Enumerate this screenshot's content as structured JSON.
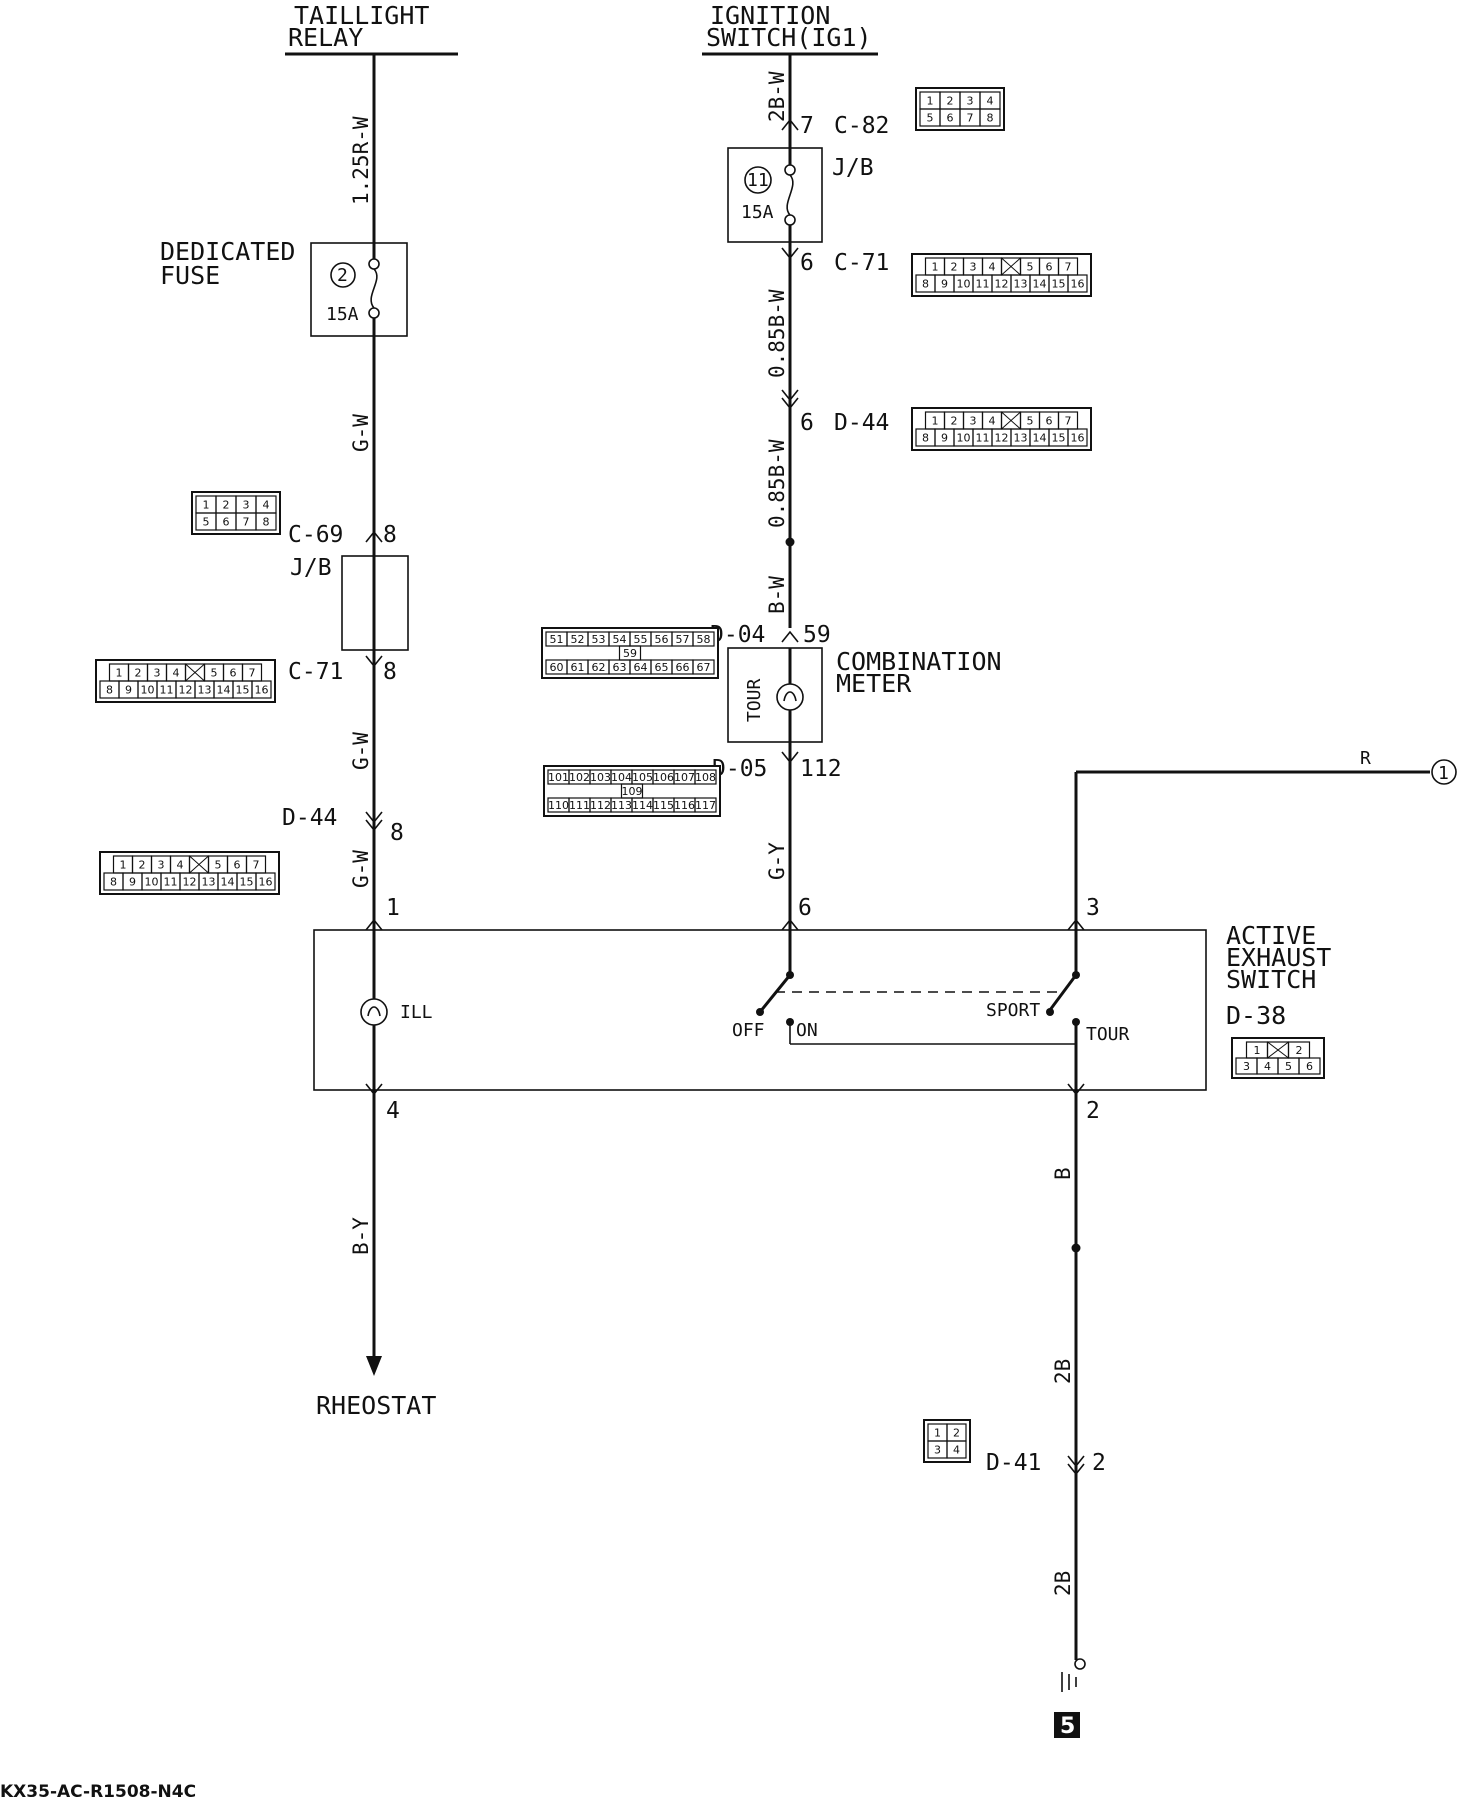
{
  "sources": {
    "taillight": [
      "TAILLIGHT",
      "RELAY"
    ],
    "ignition": [
      "IGNITION",
      "SWITCH(IG1)"
    ]
  },
  "wires": {
    "w_125rw": "1.25R-W",
    "w_gw1": "G-W",
    "w_gw2": "G-W",
    "w_gw3": "G-W",
    "w_by": "B-Y",
    "w_2bw": "2B-W",
    "w_085bw1": "0.85B-W",
    "w_085bw2": "0.85B-W",
    "w_bw": "B-W",
    "w_gy": "G-Y",
    "w_r": "R",
    "w_b": "B",
    "w_2b1": "2B",
    "w_2b2": "2B"
  },
  "fuses": {
    "dedicated": {
      "label": [
        "DEDICATED",
        "FUSE"
      ],
      "number": "2",
      "rating": "15A"
    },
    "jb11": {
      "label": "J/B",
      "number": "11",
      "rating": "15A"
    }
  },
  "connectors": {
    "c82": {
      "name": "C-82",
      "pin": "7"
    },
    "c71_top": {
      "name": "C-71",
      "pin": "6"
    },
    "d44_top": {
      "name": "D-44",
      "pin": "6"
    },
    "c69": {
      "name": "C-69",
      "pin": "8"
    },
    "jb_left": "J/B",
    "c71_left": {
      "name": "C-71",
      "pin": "8"
    },
    "d44_left": {
      "name": "D-44",
      "pin": "8"
    },
    "d04": {
      "name": "D-04",
      "pin": "59"
    },
    "d05": {
      "name": "D-05",
      "pin": "112"
    },
    "d41": {
      "name": "D-41",
      "pin": "2"
    }
  },
  "combination_meter": {
    "label": [
      "COMBINATION",
      "METER"
    ],
    "lamp": "TOUR"
  },
  "switch": {
    "label": [
      "ACTIVE",
      "EXHAUST",
      "SWITCH"
    ],
    "connector": "D-38",
    "pins": {
      "ill_in": "1",
      "ill_out": "4",
      "sw_a": "6",
      "sw_b": "3",
      "gnd": "2"
    },
    "ill": "ILL",
    "positions": {
      "off": "OFF",
      "on": "ON",
      "sport": "SPORT",
      "tour": "TOUR"
    }
  },
  "rheostat": "RHEOSTAT",
  "ref_circle": "1",
  "ground_ref": "5",
  "connector_faces": {
    "c82": [
      [
        "1",
        "2",
        "3",
        "4"
      ],
      [
        "5",
        "6",
        "7",
        "8"
      ]
    ],
    "c71": [
      [
        "1",
        "2",
        "3",
        "4",
        "",
        "5",
        "6",
        "7"
      ],
      [
        "8",
        "9",
        "10",
        "11",
        "12",
        "13",
        "14",
        "15",
        "16"
      ]
    ],
    "c69": [
      [
        "1",
        "2",
        "3",
        "4"
      ],
      [
        "5",
        "6",
        "7",
        "8"
      ]
    ],
    "d04": [
      [
        "51",
        "52",
        "53",
        "54",
        "55",
        "56",
        "57",
        "58"
      ],
      [
        "59"
      ],
      [
        "60",
        "61",
        "62",
        "63",
        "64",
        "65",
        "66",
        "67"
      ]
    ],
    "d05": [
      [
        "101",
        "102",
        "103",
        "104",
        "105",
        "106",
        "107",
        "108"
      ],
      [
        "109"
      ],
      [
        "110",
        "111",
        "112",
        "113",
        "114",
        "115",
        "116",
        "117"
      ]
    ],
    "d38": [
      [
        "1",
        "",
        "2"
      ],
      [
        "3",
        "4",
        "5",
        "6"
      ]
    ],
    "d41": [
      [
        "1",
        "2"
      ],
      [
        "3",
        "4"
      ]
    ]
  },
  "footer_code": "KX35-AC-R1508-N4C"
}
